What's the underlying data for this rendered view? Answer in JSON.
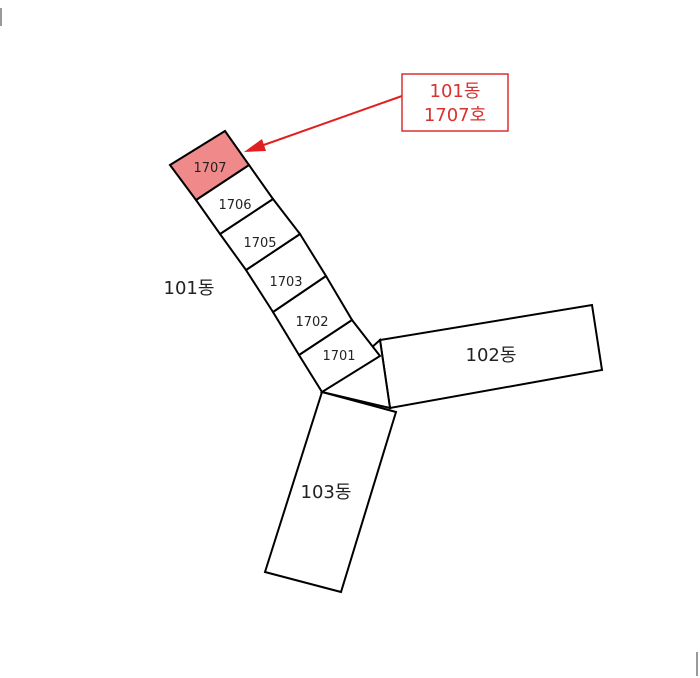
{
  "buildings": {
    "b101": {
      "label": "101동"
    },
    "b102": {
      "label": "102동"
    },
    "b103": {
      "label": "103동"
    }
  },
  "units": [
    {
      "label": "1701",
      "highlighted": false
    },
    {
      "label": "1702",
      "highlighted": false
    },
    {
      "label": "1703",
      "highlighted": false
    },
    {
      "label": "1705",
      "highlighted": false
    },
    {
      "label": "1706",
      "highlighted": false
    },
    {
      "label": "1707",
      "highlighted": true
    }
  ],
  "callout": {
    "line1": "101동",
    "line2": "1707호"
  },
  "colors": {
    "highlight": "#f08a8a",
    "callout": "#d93030",
    "arrow": "#e02020"
  }
}
